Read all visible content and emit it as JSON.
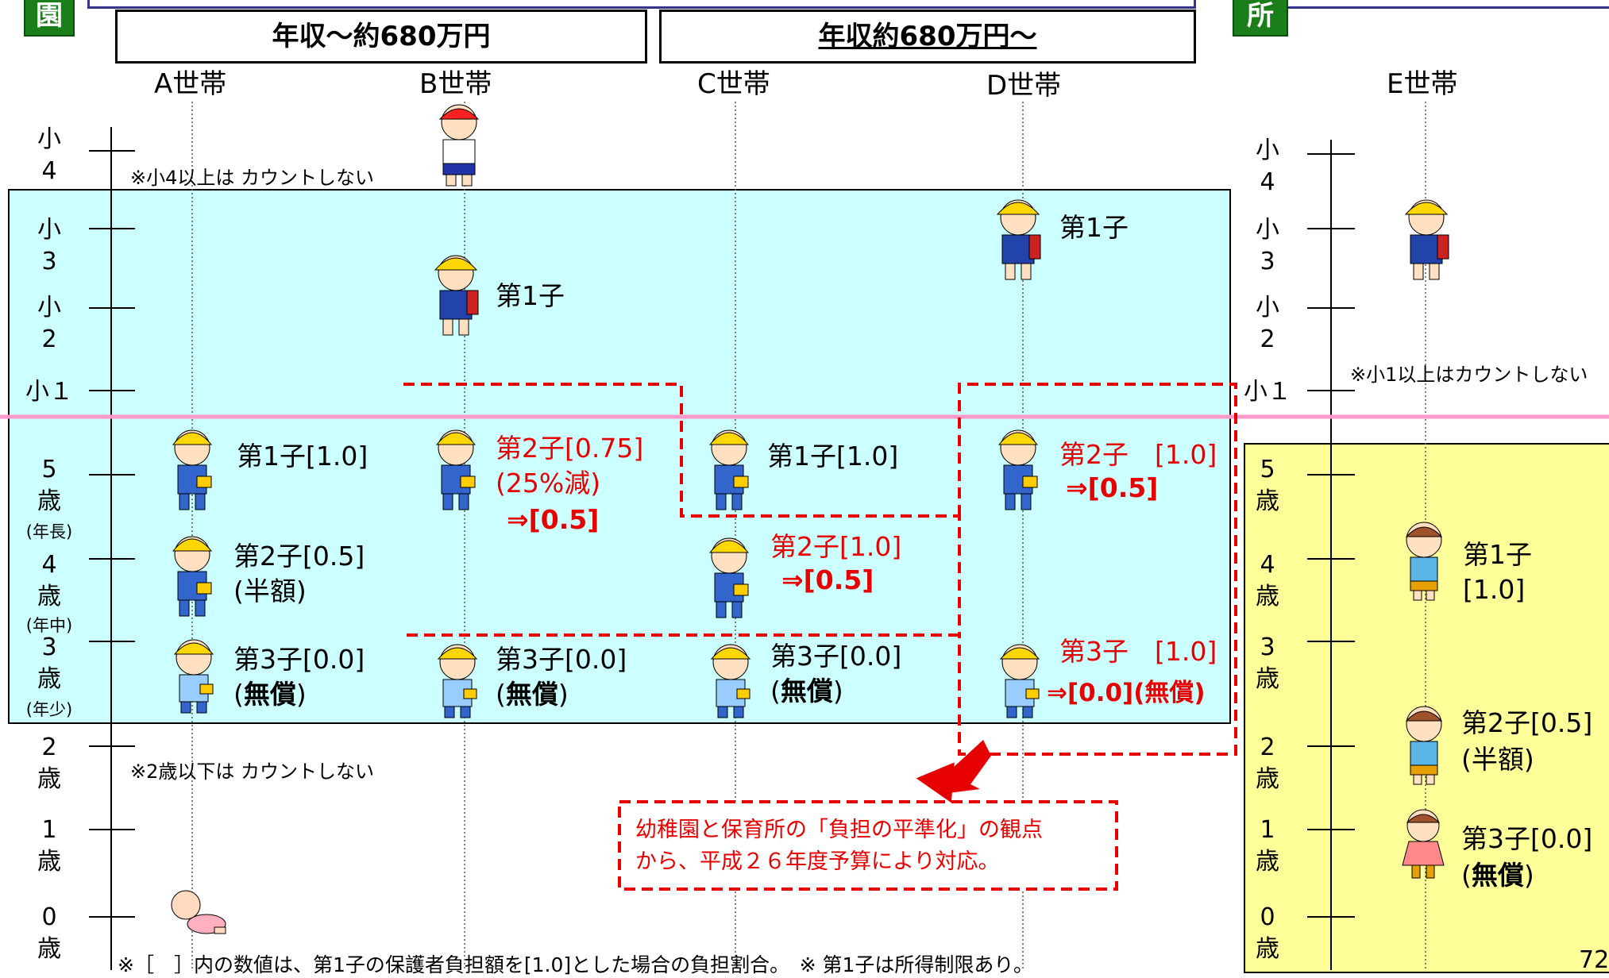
{
  "badges": {
    "left": "園",
    "right": "所"
  },
  "headers": {
    "income_low": "年収～約680万円",
    "income_high": "年収約680万円～"
  },
  "households": {
    "a": "A世帯",
    "b": "B世帯",
    "c": "C世帯",
    "d": "D世帯",
    "e": "E世帯"
  },
  "left_axis": {
    "sho4": [
      "小",
      "4"
    ],
    "sho3": [
      "小",
      "3"
    ],
    "sho2": [
      "小",
      "2"
    ],
    "sho1": "小１",
    "age5": [
      "5",
      "歳"
    ],
    "age5_sub": "(年長)",
    "age4": [
      "4",
      "歳"
    ],
    "age4_sub": "(年中)",
    "age3": [
      "3",
      "歳"
    ],
    "age3_sub": "(年少)",
    "age2": [
      "2",
      "歳"
    ],
    "age1": [
      "1",
      "歳"
    ],
    "age0": [
      "0",
      "歳"
    ]
  },
  "right_axis": {
    "sho4": [
      "小",
      "4"
    ],
    "sho3": [
      "小",
      "3"
    ],
    "sho2": [
      "小",
      "2"
    ],
    "sho1": "小１",
    "age5": [
      "5",
      "歳"
    ],
    "age4": [
      "4",
      "歳"
    ],
    "age3": [
      "3",
      "歳"
    ],
    "age2": [
      "2",
      "歳"
    ],
    "age1": [
      "1",
      "歳"
    ],
    "age0": [
      "0",
      "歳"
    ]
  },
  "notes": {
    "upper_limit": "※小4以上は カウントしない",
    "lower_limit": "※2歳以下は カウントしない",
    "right_upper_limit": "※小1以上はカウントしない",
    "footer": "※［　］内の数値は、第1子の保護者負担額を[1.0]とした場合の負担割合。　※ 第1子は所得制限あり。"
  },
  "labels": {
    "a1": "第1子[1.0]",
    "a2_l1": "第2子[0.5]",
    "a2_l2": "(半額)",
    "a3_l1": "第3子[0.0]",
    "a3_l2a": "(",
    "a3_l2b": "無償",
    "a3_l2c": ")",
    "b_first": "第1子",
    "b2_l1": "第2子[0.75]",
    "b2_l2": "(25%減)",
    "b2_l3": "⇒[0.5]",
    "b3_l1": "第3子[0.0]",
    "b3_l2a": "(",
    "b3_l2b": "無償",
    "b3_l2c": ")",
    "c1": "第1子[1.0]",
    "c2_l1": "第2子[1.0]",
    "c2_l2": "⇒[0.5]",
    "c3_l1": "第3子[0.0]",
    "c3_l2a": "(",
    "c3_l2b": "無償",
    "c3_l2c": ")",
    "d_first": "第1子",
    "d2_l1": "第2子　[1.0]",
    "d2_l2": "⇒[0.5]",
    "d3_l1": "第3子　[1.0]",
    "d3_l2": "⇒[0.0](無償)",
    "e1_l1": "第1子",
    "e1_l2": "[1.0]",
    "e2_l1": "第2子[0.5]",
    "e2_l2": "(半額)",
    "e3_l1": "第3子[0.0]",
    "e3_l2a": "(",
    "e3_l2b": "無償",
    "e3_l2c": ")"
  },
  "callout": {
    "line1": "幼稚園と保育所の「負担の平準化」の観点",
    "line2": "から、平成２６年度予算により対応。"
  },
  "page_number": "72",
  "colors": {
    "kindergarten_bg": "#ccffff",
    "nursery_bg": "#ffff99",
    "badge_green": "#1a7f1a",
    "accent_red": "#e60000",
    "divider_pink": "#ff99cc"
  }
}
